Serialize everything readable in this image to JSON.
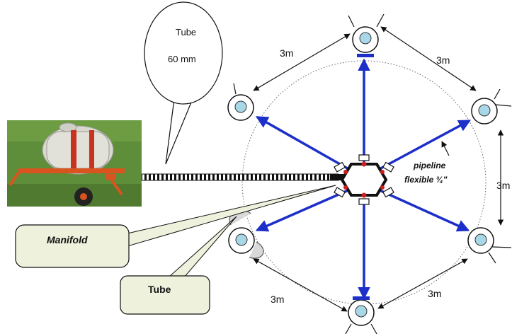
{
  "callout_tube": {
    "line1": "Tube",
    "line2": "60 mm"
  },
  "manifold_label": "Manifold",
  "tube_label": "Tube",
  "pipeline_label": {
    "line1": "pipeline",
    "line2": "flexible ¾\""
  },
  "dimensions": {
    "top_left": "3m",
    "top_right": "3m",
    "right": "3m",
    "bottom_left": "3m",
    "bottom_right": "3m"
  },
  "colors": {
    "pipeline": "#1c2fc9",
    "sprinkler_fill": "#a8d8e8",
    "callout_fill": "#eef2dc",
    "manifold_cap": "#cc1f1f",
    "tank_body": "#d8d8d0",
    "trailer": "#d9541e",
    "grass": "#5e8e3a"
  },
  "icons": [
    "sprinkler-icon",
    "manifold-icon",
    "water-tank-trailer-photo"
  ]
}
